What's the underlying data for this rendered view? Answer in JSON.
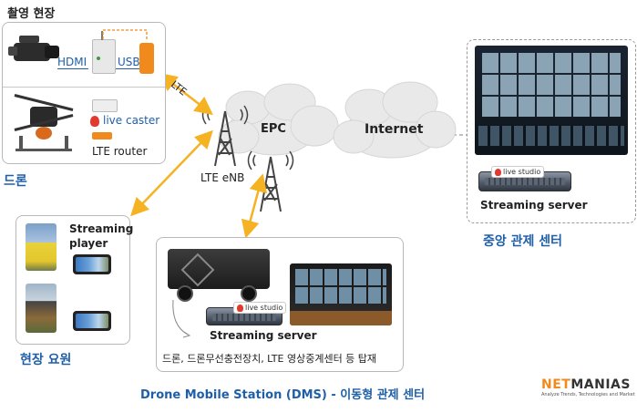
{
  "field_site": {
    "title": "촬영 현장",
    "hdmi_label": "HDMI",
    "usb_label": "USB",
    "live_caster": "live caster",
    "lte_router": "LTE router"
  },
  "drone_label": "드론",
  "lte_link_label": "LTE",
  "network": {
    "epc": "EPC",
    "internet": "Internet",
    "enb": "LTE eNB"
  },
  "field_staff": {
    "player_label": "Streaming player",
    "title": "현장 요원"
  },
  "dms": {
    "live_studio": "live studio",
    "server_label": "Streaming server",
    "description": "드론, 드론무선충전장치, LTE 영상중계센터 등 탑재",
    "caption": "Drone Mobile Station (DMS) - 이동형 관제 센터"
  },
  "control_center": {
    "live_studio": "live studio",
    "server_label": "Streaming server",
    "title": "중앙 관제 센터"
  },
  "brand": {
    "name_net": "NET",
    "name_manias": "MANIAS",
    "tagline": "Analyze Trends, Technologies and Market"
  },
  "colors": {
    "arrow": "#f5b324",
    "blue_text": "#1f5fa8",
    "brand_orange": "#f08a1c"
  }
}
